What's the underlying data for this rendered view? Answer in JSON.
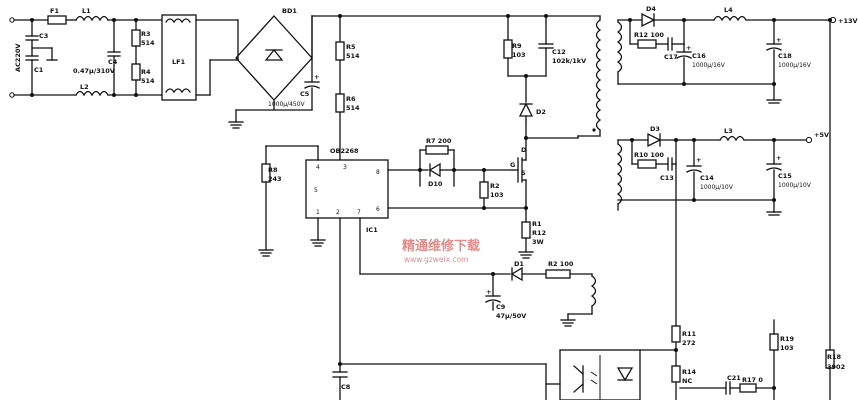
{
  "labels": {
    "ac_input": "AC220V",
    "f1": "F1",
    "l1": "L1",
    "l2": "L2",
    "c1": "C1",
    "c3": "C3",
    "c4": "C4",
    "c4_val": "0.47μ/310V",
    "r3": "R3",
    "r3_val": "514",
    "r4": "R4",
    "r4_val": "514",
    "lf1": "LF1",
    "bd1": "BD1",
    "c5": "C5",
    "c5_val": "1000μ/450V",
    "r5": "R5",
    "r5_val": "514",
    "r6": "R6",
    "r6_val": "514",
    "ic_part": "OB2268",
    "ic_name": "IC1",
    "pin1": "1",
    "pin2": "2",
    "pin3": "3",
    "pin4": "4",
    "pin5": "5",
    "pin6": "6",
    "pin7": "7",
    "pin8": "8",
    "r8": "R8",
    "r8_val": "243",
    "r7": "R7 200",
    "d10": "D10",
    "r2": "R2",
    "r2_val": "103",
    "r9": "R9",
    "r9_val": "103",
    "c12": "C12",
    "c12_val": "102k/1kV",
    "d2": "D2",
    "fet_d": "D",
    "fet_g": "G",
    "fet_s": "S",
    "r1": "R1",
    "r1_val": "R12",
    "r1_pow": "3W",
    "d1": "D1",
    "r2b": "R2 100",
    "c9": "C9",
    "c9_val": "47μ/50V",
    "c8": "C8",
    "d4": "D4",
    "r12": "R12 100",
    "c17": "C17",
    "c16": "C16",
    "c16_val": "1000μ/16V",
    "l4": "L4",
    "c18": "C18",
    "c18_val": "1000μ/16V",
    "out13": "+13V",
    "d3": "D3",
    "r10": "R10 100",
    "c13": "C13",
    "c14": "C14",
    "c14_val": "1000μ/10V",
    "l3": "L3",
    "c15": "C15",
    "c15_val": "1000μ/10V",
    "out5": "+5V",
    "r11": "R11",
    "r11_val": "272",
    "r14": "R14",
    "r14_val": "NC",
    "c21": "C21",
    "r17": "R17 0",
    "r19": "R19",
    "r19_val": "103",
    "r18": "R18",
    "r18_val": "3902"
  },
  "watermark": {
    "text": "精通维修下载",
    "url": "www.gzweix.com"
  }
}
